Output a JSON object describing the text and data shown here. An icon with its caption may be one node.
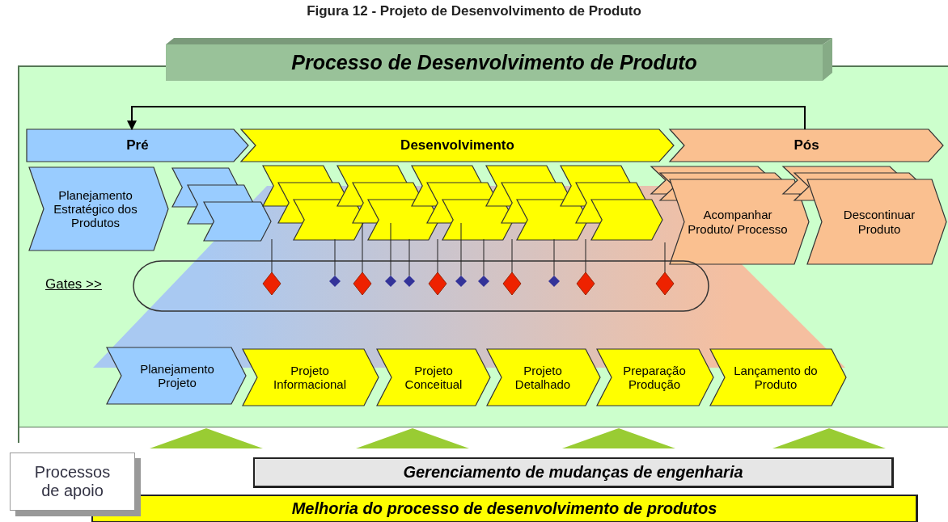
{
  "diagram": {
    "title": "Figura 12 - Projeto de Desenvolvimento de Produto",
    "nodes": [
      {
        "text": [
          "Processo de Desenvolvimento de Produto"
        ]
      },
      {
        "text": [
          "Pré"
        ]
      },
      {
        "text": [
          "Desenvolvimento"
        ]
      },
      {
        "text": [
          "Pós"
        ]
      },
      {
        "text": [
          "Planejamento Estratégico dos Produtos"
        ]
      },
      {
        "text": [],
        "shape": "chevron"
      },
      {
        "text": [],
        "shape": "chevron"
      },
      {
        "text": [],
        "shape": "chevron"
      },
      {
        "text": [],
        "shape": "chevron"
      },
      {
        "text": [],
        "shape": "chevron"
      },
      {
        "text": [],
        "shape": "chevron"
      },
      {
        "text": [],
        "shape": "chevron"
      },
      {
        "text": [],
        "shape": "chevron"
      },
      {
        "text": [],
        "shape": "chevron"
      },
      {
        "text": [],
        "shape": "chevron"
      },
      {
        "text": [],
        "shape": "chevron"
      },
      {
        "text": [],
        "shape": "chevron"
      },
      {
        "text": [],
        "shape": "chevron"
      },
      {
        "text": [],
        "shape": "chevron"
      },
      {
        "text": [],
        "shape": "chevron"
      },
      {
        "text": [],
        "shape": "chevron"
      },
      {
        "text": [],
        "shape": "chevron"
      },
      {
        "text": [],
        "shape": "chevron"
      },
      {
        "text": [],
        "shape": "chevron"
      },
      {
        "text": [],
        "shape": "chevron"
      },
      {
        "text": [
          "Acompanhar Produto/ Processo"
        ]
      },
      {
        "text": [],
        "shape": "chevron"
      },
      {
        "text": [],
        "shape": "chevron"
      },
      {
        "text": [
          "Descontinuar Produto"
        ]
      },
      {
        "text": [
          "Planejamento Projeto"
        ]
      },
      {
        "text": [
          "Projeto Informacional"
        ]
      },
      {
        "text": [
          "Projeto Conceitual"
        ]
      },
      {
        "text": [
          "Projeto Detalhado"
        ]
      },
      {
        "text": [
          "Preparação Produção"
        ]
      },
      {
        "text": [
          "Lançamento do Produto"
        ]
      },
      {
        "text": [
          "Processos de apoio"
        ]
      },
      {
        "text": [
          "Gerenciamento de mudanças de engenharia"
        ]
      },
      {
        "text": [
          "Melhoria do processo de desenvolvimento de produtos"
        ]
      }
    ],
    "edges": [
      {
        "from": 3,
        "to": 1,
        "arrow": "to"
      }
    ],
    "labels": [
      "Gates >>"
    ]
  }
}
